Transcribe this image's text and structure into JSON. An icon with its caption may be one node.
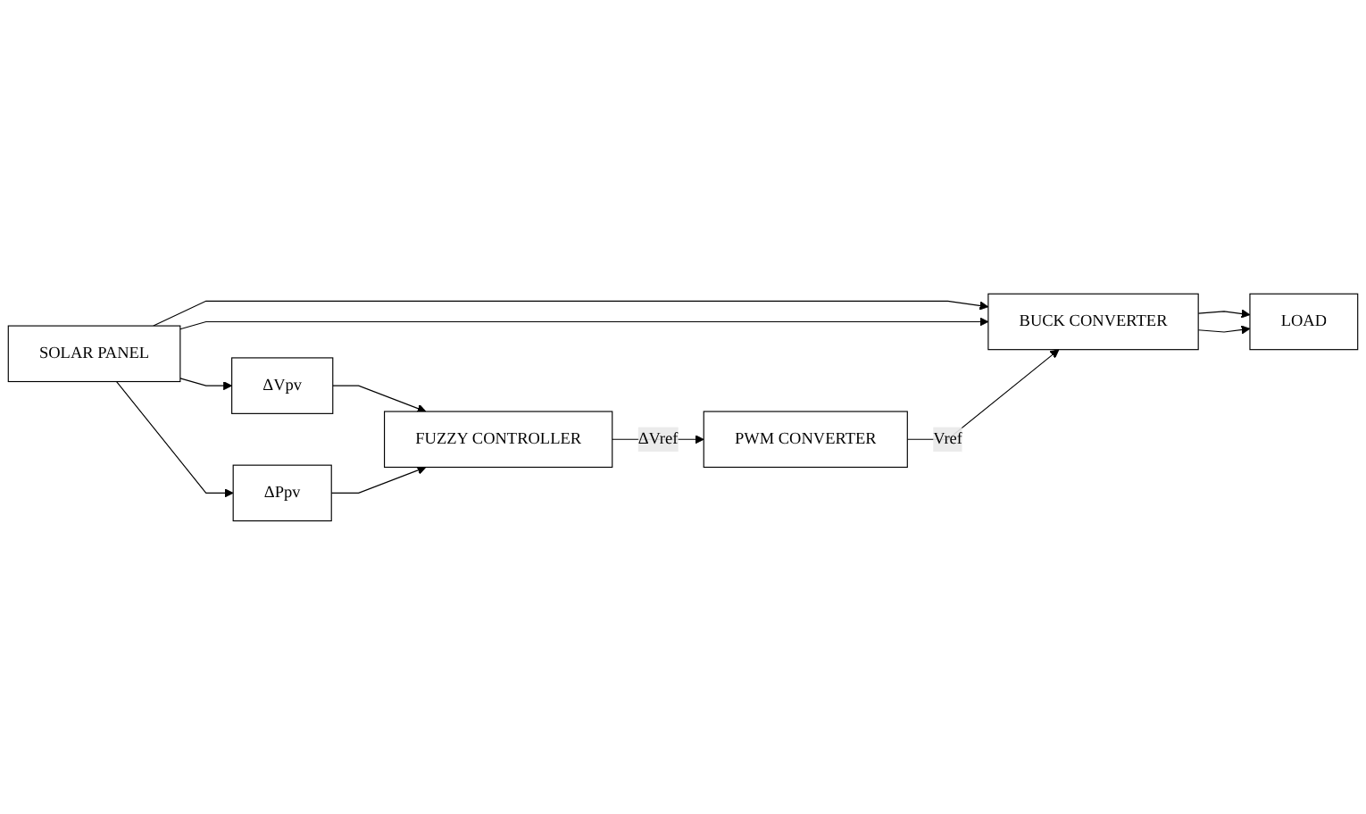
{
  "diagram": {
    "nodes": [
      {
        "text": [
          "SOLAR PANEL"
        ]
      },
      {
        "text": [
          "BUCK CONVERTER"
        ]
      },
      {
        "text": [
          "LOAD"
        ]
      },
      {
        "text": [
          "PWM CONVERTER"
        ]
      },
      {
        "text": [
          "ΔVpv"
        ]
      },
      {
        "text": [
          "ΔPpv"
        ]
      },
      {
        "text": [
          "FUZZY CONTROLLER"
        ]
      }
    ],
    "edges": [
      {
        "from": 0,
        "to": 1,
        "arrow": "to"
      },
      {
        "from": 0,
        "to": 1,
        "arrow": "to"
      },
      {
        "from": 1,
        "to": 2,
        "arrow": "to"
      },
      {
        "from": 1,
        "to": 2,
        "arrow": "to"
      },
      {
        "from": 3,
        "to": 1,
        "arrow": "to",
        "label": "Vref"
      },
      {
        "from": 6,
        "to": 3,
        "arrow": "to",
        "label": "ΔVref"
      },
      {
        "from": 0,
        "to": 4,
        "arrow": "to"
      },
      {
        "from": 0,
        "to": 5,
        "arrow": "to"
      },
      {
        "from": 4,
        "to": 6,
        "arrow": "to"
      },
      {
        "from": 5,
        "to": 6,
        "arrow": "to"
      }
    ]
  }
}
